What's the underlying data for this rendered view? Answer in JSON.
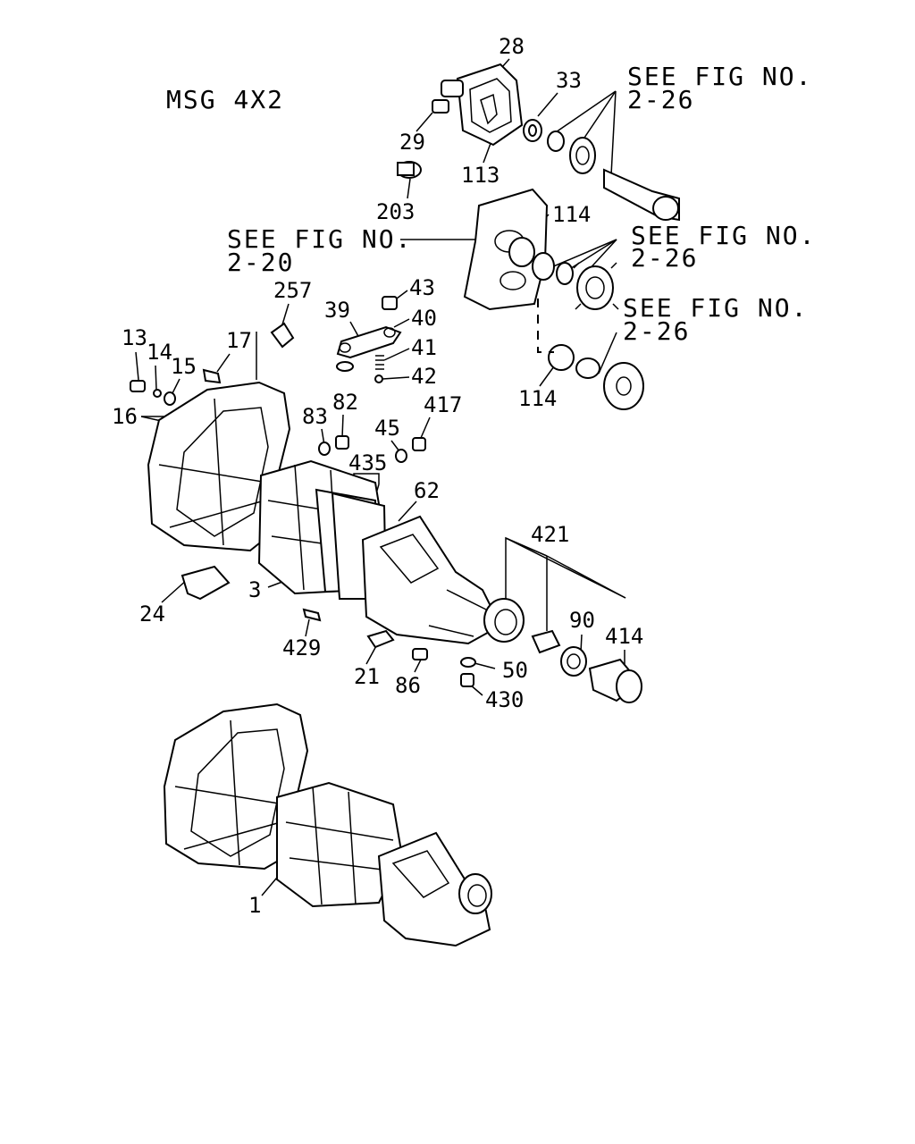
{
  "title": "MSG 4X2",
  "references": [
    {
      "line1": "SEE FIG NO.",
      "line2": "2-26"
    },
    {
      "line1": "SEE FIG NO.",
      "line2": "2-20"
    },
    {
      "line1": "SEE FIG NO.",
      "line2": "2-26"
    },
    {
      "line1": "SEE FIG NO.",
      "line2": "2-26"
    }
  ],
  "callouts": [
    "28",
    "33",
    "29",
    "113",
    "203",
    "114",
    "257",
    "43",
    "39",
    "40",
    "41",
    "42",
    "13",
    "14",
    "15",
    "17",
    "16",
    "83",
    "82",
    "45",
    "417",
    "114",
    "435",
    "62",
    "421",
    "3",
    "24",
    "90",
    "414",
    "429",
    "21",
    "86",
    "50",
    "430",
    "1"
  ]
}
